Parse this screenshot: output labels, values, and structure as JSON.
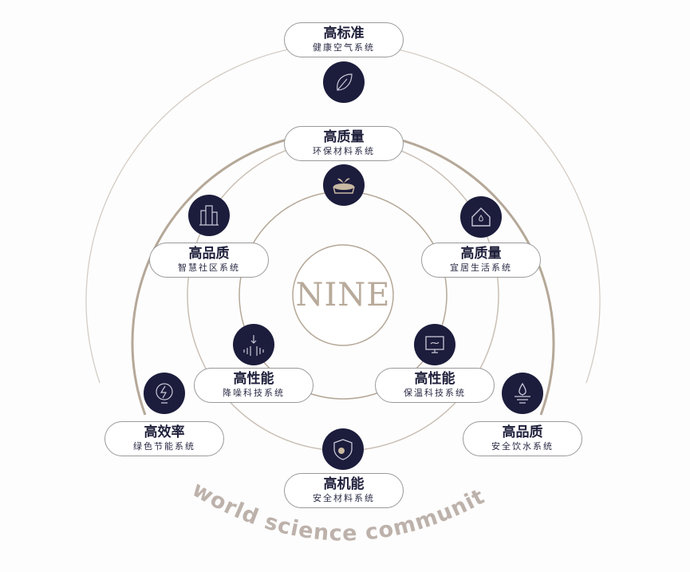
{
  "center_label": "NINE",
  "footer_text": "world science community",
  "nodes": [
    {
      "title": "高标准",
      "subtitle": "健康空气系统",
      "icon": "leaf-icon"
    },
    {
      "title": "高质量",
      "subtitle": "环保材料系统",
      "icon": "sprout-bowl-icon"
    },
    {
      "title": "高品质",
      "subtitle": "智慧社区系统",
      "icon": "buildings-icon"
    },
    {
      "title": "高质量",
      "subtitle": "宜居生活系统",
      "icon": "house-icon"
    },
    {
      "title": "高性能",
      "subtitle": "降噪科技系统",
      "icon": "sound-wave-icon"
    },
    {
      "title": "高性能",
      "subtitle": "保温科技系统",
      "icon": "monitor-icon"
    },
    {
      "title": "高效率",
      "subtitle": "绿色节能系统",
      "icon": "lightning-icon"
    },
    {
      "title": "高品质",
      "subtitle": "安全饮水系统",
      "icon": "water-drop-icon"
    },
    {
      "title": "高机能",
      "subtitle": "安全材料系统",
      "icon": "shield-icon"
    }
  ],
  "colors": {
    "navy": "#1c1c3c",
    "tan": "#b5a898",
    "ring": "#c9bfb4"
  }
}
